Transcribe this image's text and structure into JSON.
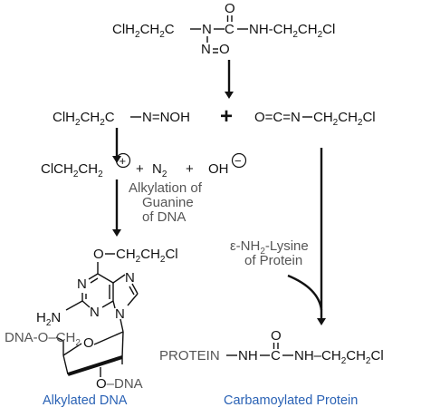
{
  "colors": {
    "label_blue": "#2a62b5",
    "reagent_gray": "#555555",
    "ink": "#111111"
  },
  "nitrosourea": {
    "left_chain": "ClH",
    "left_chain_b": "CH",
    "left_chain_c": "C",
    "n_atom": "N",
    "c_atom": "C",
    "o_atom": "O",
    "right_group": "NH-CH",
    "right_group_b": "CH",
    "right_group_c": "Cl",
    "n_down": "N",
    "o_down": "O",
    "sub_2": "2",
    "sub_2b": "2",
    "sub_2c": "2",
    "sub_2d": "2"
  },
  "intermediate": {
    "text_a": "ClH",
    "text_b": "CH",
    "text_c": "C",
    "text_d": "N=NOH",
    "sub_1": "2",
    "sub_2": "2"
  },
  "plus_sign": "+",
  "isocyanate": {
    "text_a": "O=C=N",
    "text_b": "CH",
    "text_c": "CH",
    "text_d": "Cl",
    "sub_1": "2",
    "sub_2": "2"
  },
  "carbocation": {
    "text_a": "ClCH",
    "text_b": "CH",
    "sub_1": "2",
    "sub_2": "2",
    "charge": "+",
    "plus_1": "+",
    "n2": "N",
    "n2_sub": "2",
    "plus_2": "+",
    "hydroxide": "OH",
    "charge_neg": "−"
  },
  "alkylation_reagent": [
    "Alkylation of",
    "Guanine",
    "of DNA"
  ],
  "lysine_reagent": {
    "prefix": "ε-NH",
    "sub": "2",
    "suffix": "-Lysine",
    "line2": "of Protein"
  },
  "guanine": {
    "o_chain": "O",
    "o_chain_b": "CH",
    "o_chain_c": "CH",
    "o_chain_d": "Cl",
    "sub_1": "2",
    "sub_2": "2",
    "n1": "N",
    "n3": "N",
    "n7": "N",
    "n9": "N",
    "h2n": "H",
    "h2n_sub": "2",
    "h2n_n": "N",
    "dna_5": "DNA",
    "dna_5_o": "O",
    "dna_5_c": "CH",
    "dna_5_sub": "2",
    "ring_o": "O",
    "dna_3_o": "O",
    "dna_3": "DNA"
  },
  "carbamoyl": {
    "protein": "PROTEIN",
    "nh1": "NH",
    "c": "C",
    "o": "O",
    "nh2": "NH",
    "ch2a": "CH",
    "ch2b": "CH",
    "cl": "Cl",
    "sub_1": "2",
    "sub_2": "2"
  },
  "labels": {
    "alkylated_dna": "Alkylated DNA",
    "carbamoylated_protein": "Carbamoylated Protein"
  }
}
